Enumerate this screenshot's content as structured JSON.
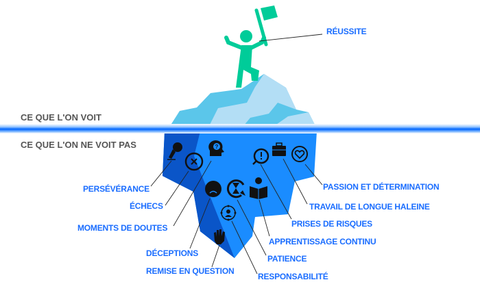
{
  "sections": {
    "visible": "CE QUE L'ON VOIT",
    "hidden": "CE QUE L'ON NE VOIT PAS"
  },
  "top_label": "RÉUSSITE",
  "labels": {
    "perseverance": "PERSÉVÉRANCE",
    "echecs": "ÉCHECS",
    "doutes": "MOMENTS DE DOUTES",
    "deceptions": "DÉCEPTIONS",
    "remise": "REMISE EN QUESTION",
    "responsabilite": "RESPONSABILITÉ",
    "patience": "PATIENCE",
    "apprentissage": "APPRENTISSAGE CONTINU",
    "risques": "PRISES DE RISQUES",
    "travail": "TRAVAIL DE LONGUE HALEINE",
    "passion": "PASSION ET DÉTERMINATION"
  },
  "colors": {
    "label": "#1a6dff",
    "figure": "#00cc99",
    "ice_top_dark": "#5bc6ea",
    "ice_top_light": "#b3def5",
    "ice_under": "#1a8cff",
    "ice_under_dark": "#0a55c8"
  }
}
